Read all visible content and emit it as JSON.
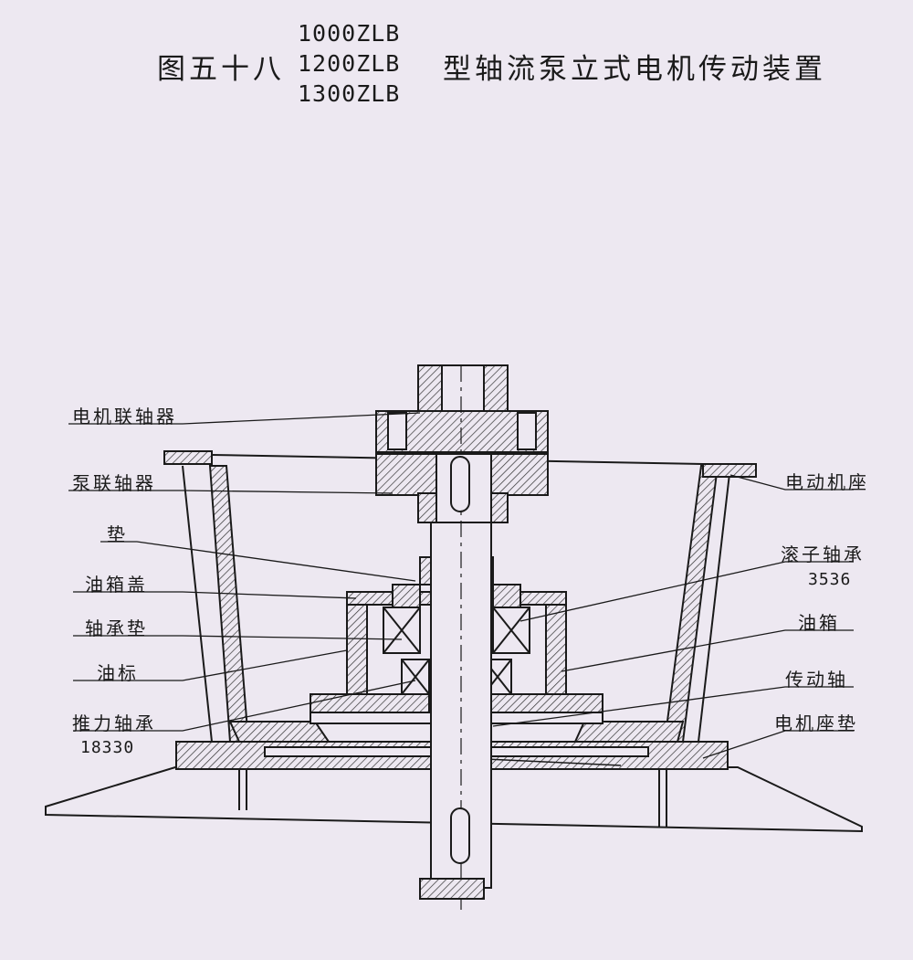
{
  "title": {
    "prefix": "图五十八",
    "models": [
      "1000ZLB",
      "1200ZLB",
      "1300ZLB"
    ],
    "suffix": "型轴流泵立式电机传动装置"
  },
  "labels": {
    "motor_coupling": "电机联轴器",
    "pump_coupling": "泵联轴器",
    "gasket": "垫",
    "oil_tank_cover": "油箱盖",
    "bearing_pad": "轴承垫",
    "oil_gauge": "油标",
    "thrust_bearing": "推力轴承",
    "thrust_bearing_no": "18330",
    "motor_base": "电动机座",
    "roller_bearing": "滚子轴承",
    "roller_bearing_no": "3536",
    "oil_tank": "油箱",
    "drive_shaft": "传动轴",
    "motor_base_pad": "电机座垫"
  }
}
